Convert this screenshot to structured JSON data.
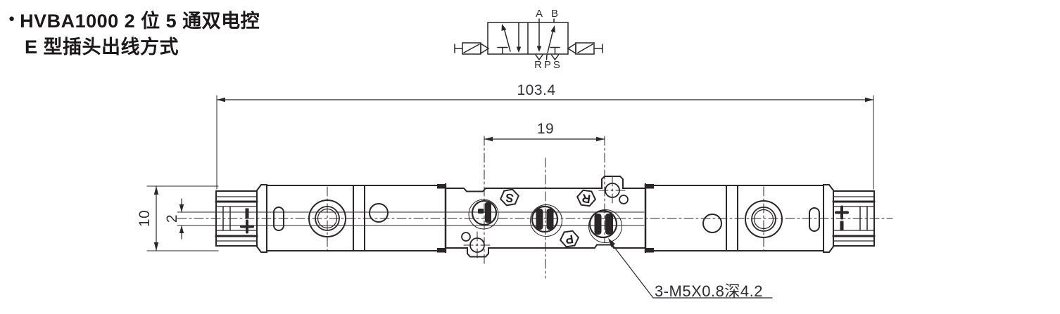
{
  "title": {
    "bullet": "●",
    "line1": "HVBA1000 2 位 5 通双电控",
    "line2": "E 型插头出线方式"
  },
  "schematic": {
    "label_a": "A",
    "label_b": "B",
    "label_rps": "RPS"
  },
  "dimensions": {
    "overall_length": "103.4",
    "port_spacing": "19",
    "body_height": "10",
    "port_offset": "2"
  },
  "annotation": {
    "thread_note": "3-M5X0.8深4.2"
  },
  "ports": {
    "s": "S",
    "r": "R",
    "p": "P"
  },
  "colors": {
    "line": "#2b2627",
    "background": "#ffffff"
  }
}
